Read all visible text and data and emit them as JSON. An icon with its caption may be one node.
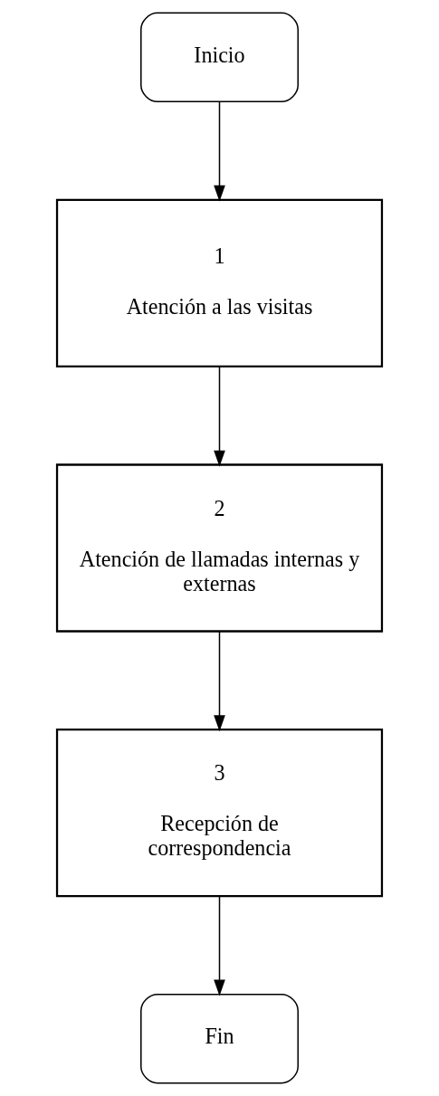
{
  "diagram": {
    "nodes": [
      {
        "text": [
          "Inicio"
        ]
      },
      {
        "text": [
          "1",
          "Atención a las visitas"
        ]
      },
      {
        "text": [
          "2",
          "Atención de llamadas internas y externas"
        ]
      },
      {
        "text": [
          "3",
          "Recepción de  correspondencia"
        ]
      },
      {
        "text": [
          "Fin"
        ]
      }
    ],
    "edges": [
      {
        "from": 0,
        "to": 1,
        "arrow": "to"
      },
      {
        "from": 1,
        "to": 2,
        "arrow": "to"
      },
      {
        "from": 2,
        "to": 3,
        "arrow": "to"
      },
      {
        "from": 3,
        "to": 4,
        "arrow": "to"
      }
    ]
  }
}
